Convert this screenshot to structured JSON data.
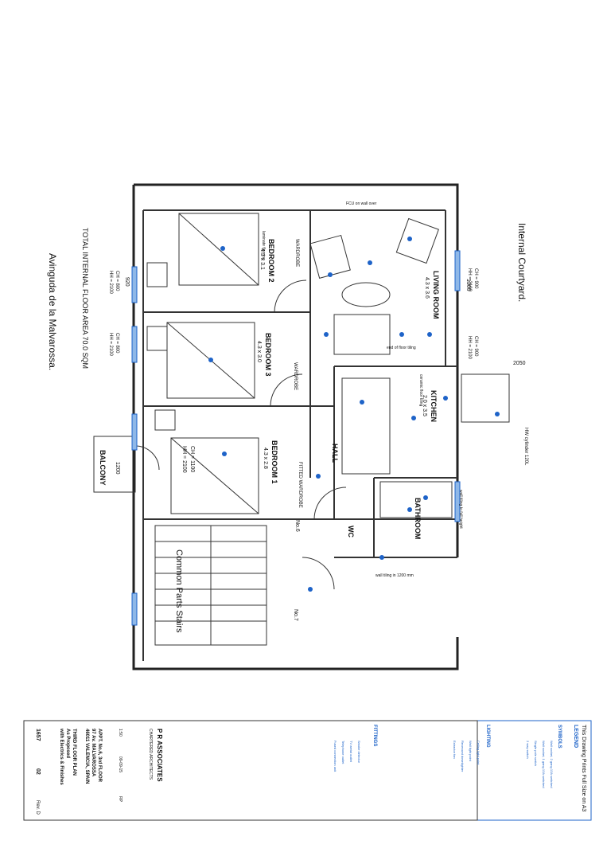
{
  "drawing": {
    "street": "Avinguda de la Malvarossa.",
    "area": "TOTAL INTERNAL FLOOR AREA 70.0 SQM",
    "courtyard": "Internal Courtyard.",
    "rooms": {
      "living": "LIVING ROOM",
      "living_dims": "4.3 x 3.6",
      "bedroom2": "BEDROOM 2",
      "bedroom2_dims": "4.3 x 3.1",
      "bedroom3": "BEDROOM 3",
      "bedroom3_dims": "4.3 x 3.0",
      "bedroom1": "BEDROOM 1",
      "bedroom1_dims": "4.3 x 2.8",
      "kitchen": "KITCHEN",
      "kitchen_dims": "2.0 x 3.5",
      "hall": "HALL",
      "bathroom": "BATHROOM",
      "wc": "WC",
      "balcony": "BALCONY",
      "stairs": "Common Parts Stairs",
      "flat6": "No.6",
      "flat7": "No.7",
      "wardrobe": "WARDROBE",
      "wardrobe_fitted": "FITTED WARDROBE"
    },
    "notes": {
      "fcu": "FCU on wall over",
      "ch_hh_900": "CH = 900",
      "hh_2100": "HH = 2100",
      "ch_900b": "CH = 900",
      "hh_2100b": "HH = 2100",
      "ch_800": "CH = 800",
      "hh_2100c": "HH = 2100",
      "ch_800b": "CH = 800",
      "hh_2100d": "HH = 2100",
      "ch_1100": "CH = 1100",
      "hh_2100e": "HH = 2100",
      "dim_1300": "1300",
      "dim_2050": "2050",
      "dim_1200": "1200",
      "dim_920": "920",
      "end_floor_tiling": "end of floor tiling",
      "hw_cylinder": "HW cylinder 120L",
      "wall_tiling": "wall tiling to full height",
      "wall_tiling_1200": "wall tiling in 1200 mm",
      "laminate": "laminate flooring",
      "ceramic": "ceramic floor tiling"
    }
  },
  "legend": {
    "header": "This Drawing Prints Full Size on A3",
    "legend_title": "LEGEND",
    "symbols_title": "SYMBOLS",
    "lighting_title": "LIGHTING",
    "fittings_title": "FITTINGS",
    "lines": [
      "Wall socket, 2 gang 13A switched",
      "Wall socket, 1 gang 13A switched",
      "Single pole switch",
      "2 way switch",
      "Ceiling light point",
      "Wall light point",
      "Recessed downlighter",
      "Extractor fan",
      "Smoke detector",
      "TV aerial outlet",
      "Telephone outlet",
      "Fused connection unit"
    ],
    "company": "P R ASSOCIATES",
    "company_sub": "CHARTERED ARCHITECTS",
    "project_title": "APPT. No.6, 3rd FLOOR",
    "address1": "97 Av. MALVAROSSA",
    "address2": "46011 VALENCIA, SPAIN",
    "drawing_title": "THIRD FLOOR PLAN",
    "drawing_sub1": "As Proposed",
    "drawing_sub2": "with Electrics & Finishes",
    "scale": "1:50",
    "date": "09-09-15",
    "drawn": "RP",
    "job_no": "1657",
    "drawing_no": "02",
    "rev": "Rev. D"
  }
}
